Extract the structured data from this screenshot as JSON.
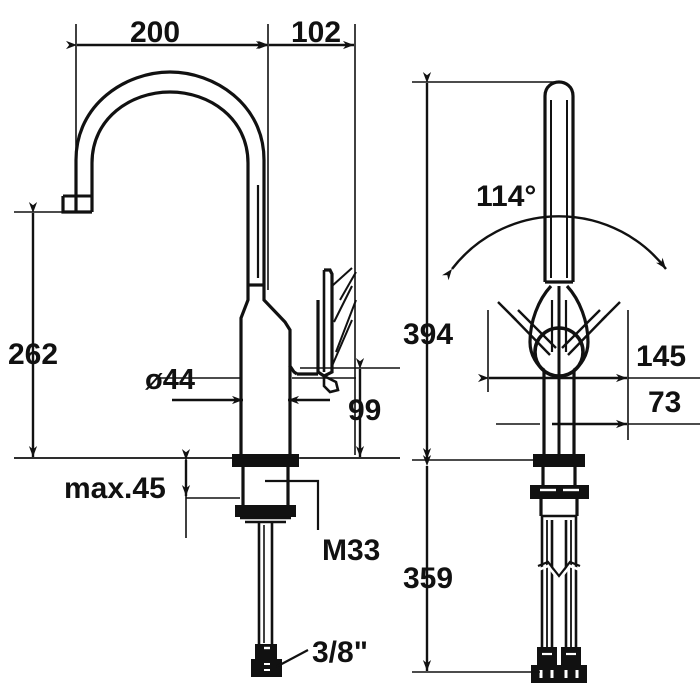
{
  "drawing": {
    "title": "Kitchen mixer tap dimensional drawing",
    "line_color": "#111111",
    "background": "#ffffff",
    "views": [
      {
        "name": "side-view",
        "position": "left"
      },
      {
        "name": "front-view",
        "position": "right"
      }
    ]
  },
  "dimensions": {
    "spout_reach": "200",
    "rear_offset": "102",
    "spout_height": "262",
    "shank_diameter": "ø44",
    "handle_height": "99",
    "max_deck_thickness": "max.45",
    "thread": "M33",
    "supply_connection": "3/8\"",
    "swivel_angle": "114°",
    "total_height": "394",
    "handle_span": "145",
    "body_span": "73",
    "hose_length": "359"
  }
}
